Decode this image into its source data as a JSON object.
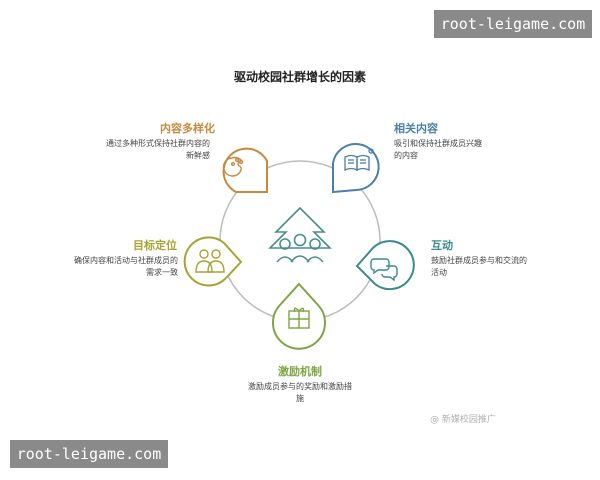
{
  "title": "驱动校园社群增长的因素",
  "factors": [
    {
      "title": "内容多样化",
      "desc": "通过多种形式保持社群内容的新鲜感",
      "icon": "palette-icon",
      "color": "#c8893f"
    },
    {
      "title": "相关内容",
      "desc": "吸引和保持社群成员兴趣的内容",
      "icon": "reading-book-icon",
      "color": "#4d7fa8"
    },
    {
      "title": "互动",
      "desc": "鼓励社群成员参与和交流的活动",
      "icon": "chat-bubbles-icon",
      "color": "#3a8a8e"
    },
    {
      "title": "激励机制",
      "desc": "激励成员参与的奖励和激励措施",
      "icon": "gift-icon",
      "color": "#7da545"
    },
    {
      "title": "目标定位",
      "desc": "确保内容和活动与社群成员的需求一致",
      "icon": "users-icon",
      "color": "#a8a335"
    }
  ],
  "center_icon": "community-growth-icon",
  "credit": "@ 新媒校园推广",
  "watermark_top": "root-leigame.com",
  "watermark_bottom": "root-leigame.com"
}
